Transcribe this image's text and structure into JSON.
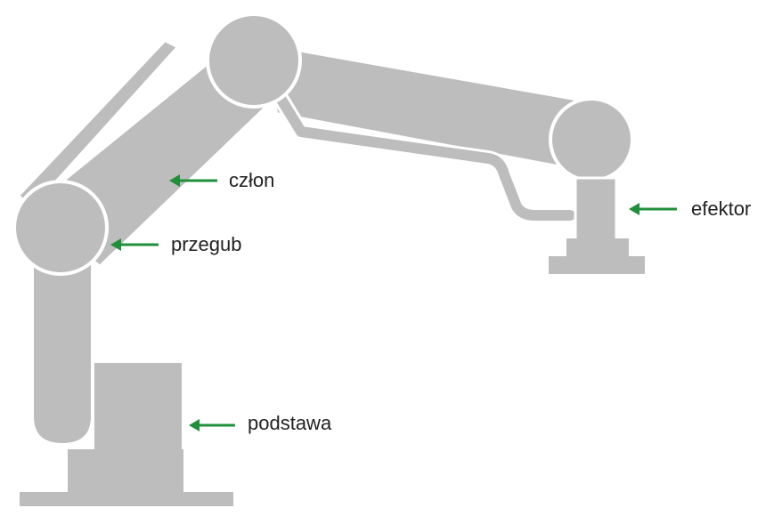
{
  "colors": {
    "robot": "#bdbdbd",
    "outline": "#ffffff",
    "arrow": "#1f8f3a",
    "text": "#222222",
    "background": "#ffffff"
  },
  "labels": {
    "link": "człon",
    "joint": "przegub",
    "effector": "efektor",
    "base": "podstawa"
  }
}
